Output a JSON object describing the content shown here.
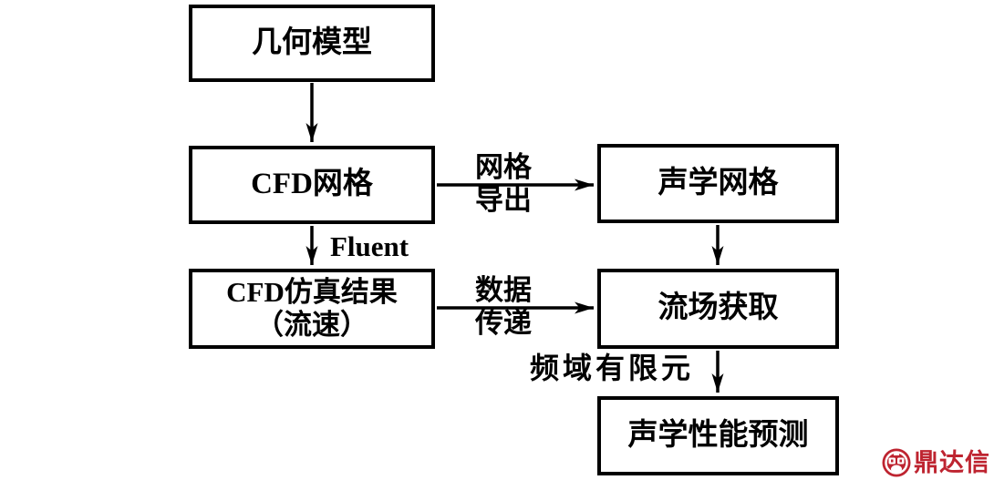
{
  "diagram": {
    "boxes": [
      {
        "id": "geometry-model",
        "label": "几何模型"
      },
      {
        "id": "cfd-mesh",
        "label": "CFD网格"
      },
      {
        "id": "cfd-simulation-result",
        "label": "CFD仿真结果\n（流速）"
      },
      {
        "id": "acoustic-mesh",
        "label": "声学网格"
      },
      {
        "id": "flow-field-acquisition",
        "label": "流场获取"
      },
      {
        "id": "acoustic-performance-prediction",
        "label": "声学性能预测"
      }
    ],
    "edge_labels": {
      "mesh_export": "网格\n导出",
      "fluent": "Fluent",
      "data_transfer": "数据\n传递",
      "frequency_domain_fem": "频域有限元"
    }
  },
  "watermark": {
    "text": "鼎达信",
    "color": "#BE2430"
  },
  "colors": {
    "line": "#000000",
    "background": "#FFFFFF"
  }
}
